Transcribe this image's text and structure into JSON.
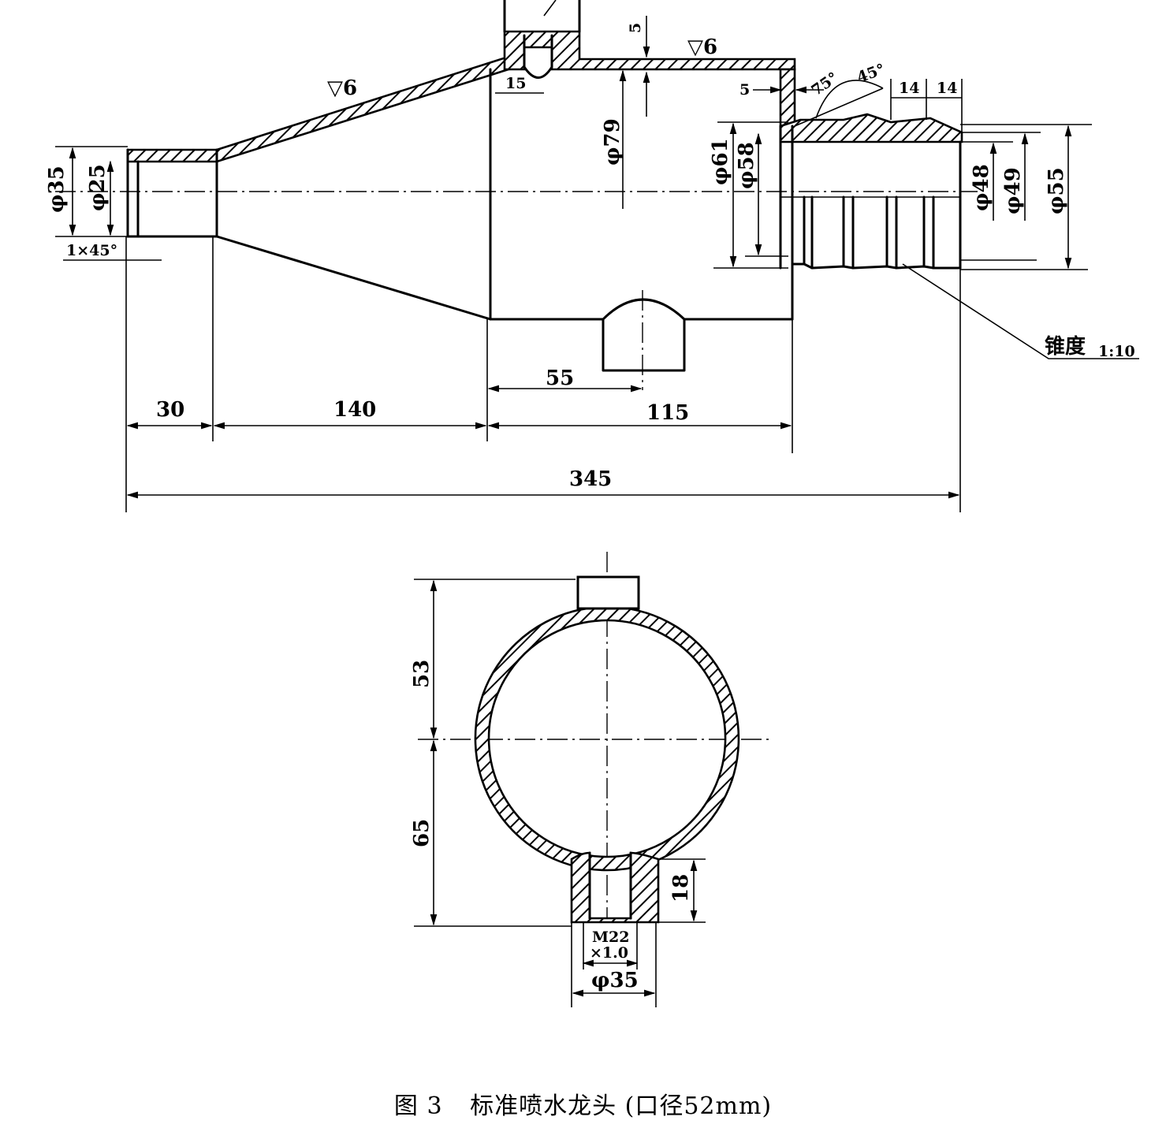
{
  "caption": {
    "figure_no": "图 3",
    "title": "标准喷水龙头 (口径52mm)"
  },
  "side_view": {
    "dims": {
      "d35": "φ35",
      "d25": "φ25",
      "chamfer": "1×45°",
      "d79": "φ79",
      "d61": "φ61",
      "d58": "φ58",
      "d48": "φ48",
      "d49": "φ49",
      "d55": "φ55",
      "len30": "30",
      "len140": "140",
      "len115": "115",
      "len55": "55",
      "len345": "345",
      "len15": "15",
      "wall5_top": "5",
      "wall5_side": "5",
      "pitch14_a": "14",
      "pitch14_b": "14",
      "angle75": "75°",
      "angle45": "45°",
      "rough_a": "▽6",
      "rough_b": "▽6",
      "taper_label": "锥度",
      "taper_ratio": "1:10"
    }
  },
  "end_view": {
    "dims": {
      "h53": "53",
      "h65": "65",
      "h18": "18",
      "thread_a": "M22",
      "thread_b": "×1.0",
      "d35": "φ35"
    }
  }
}
